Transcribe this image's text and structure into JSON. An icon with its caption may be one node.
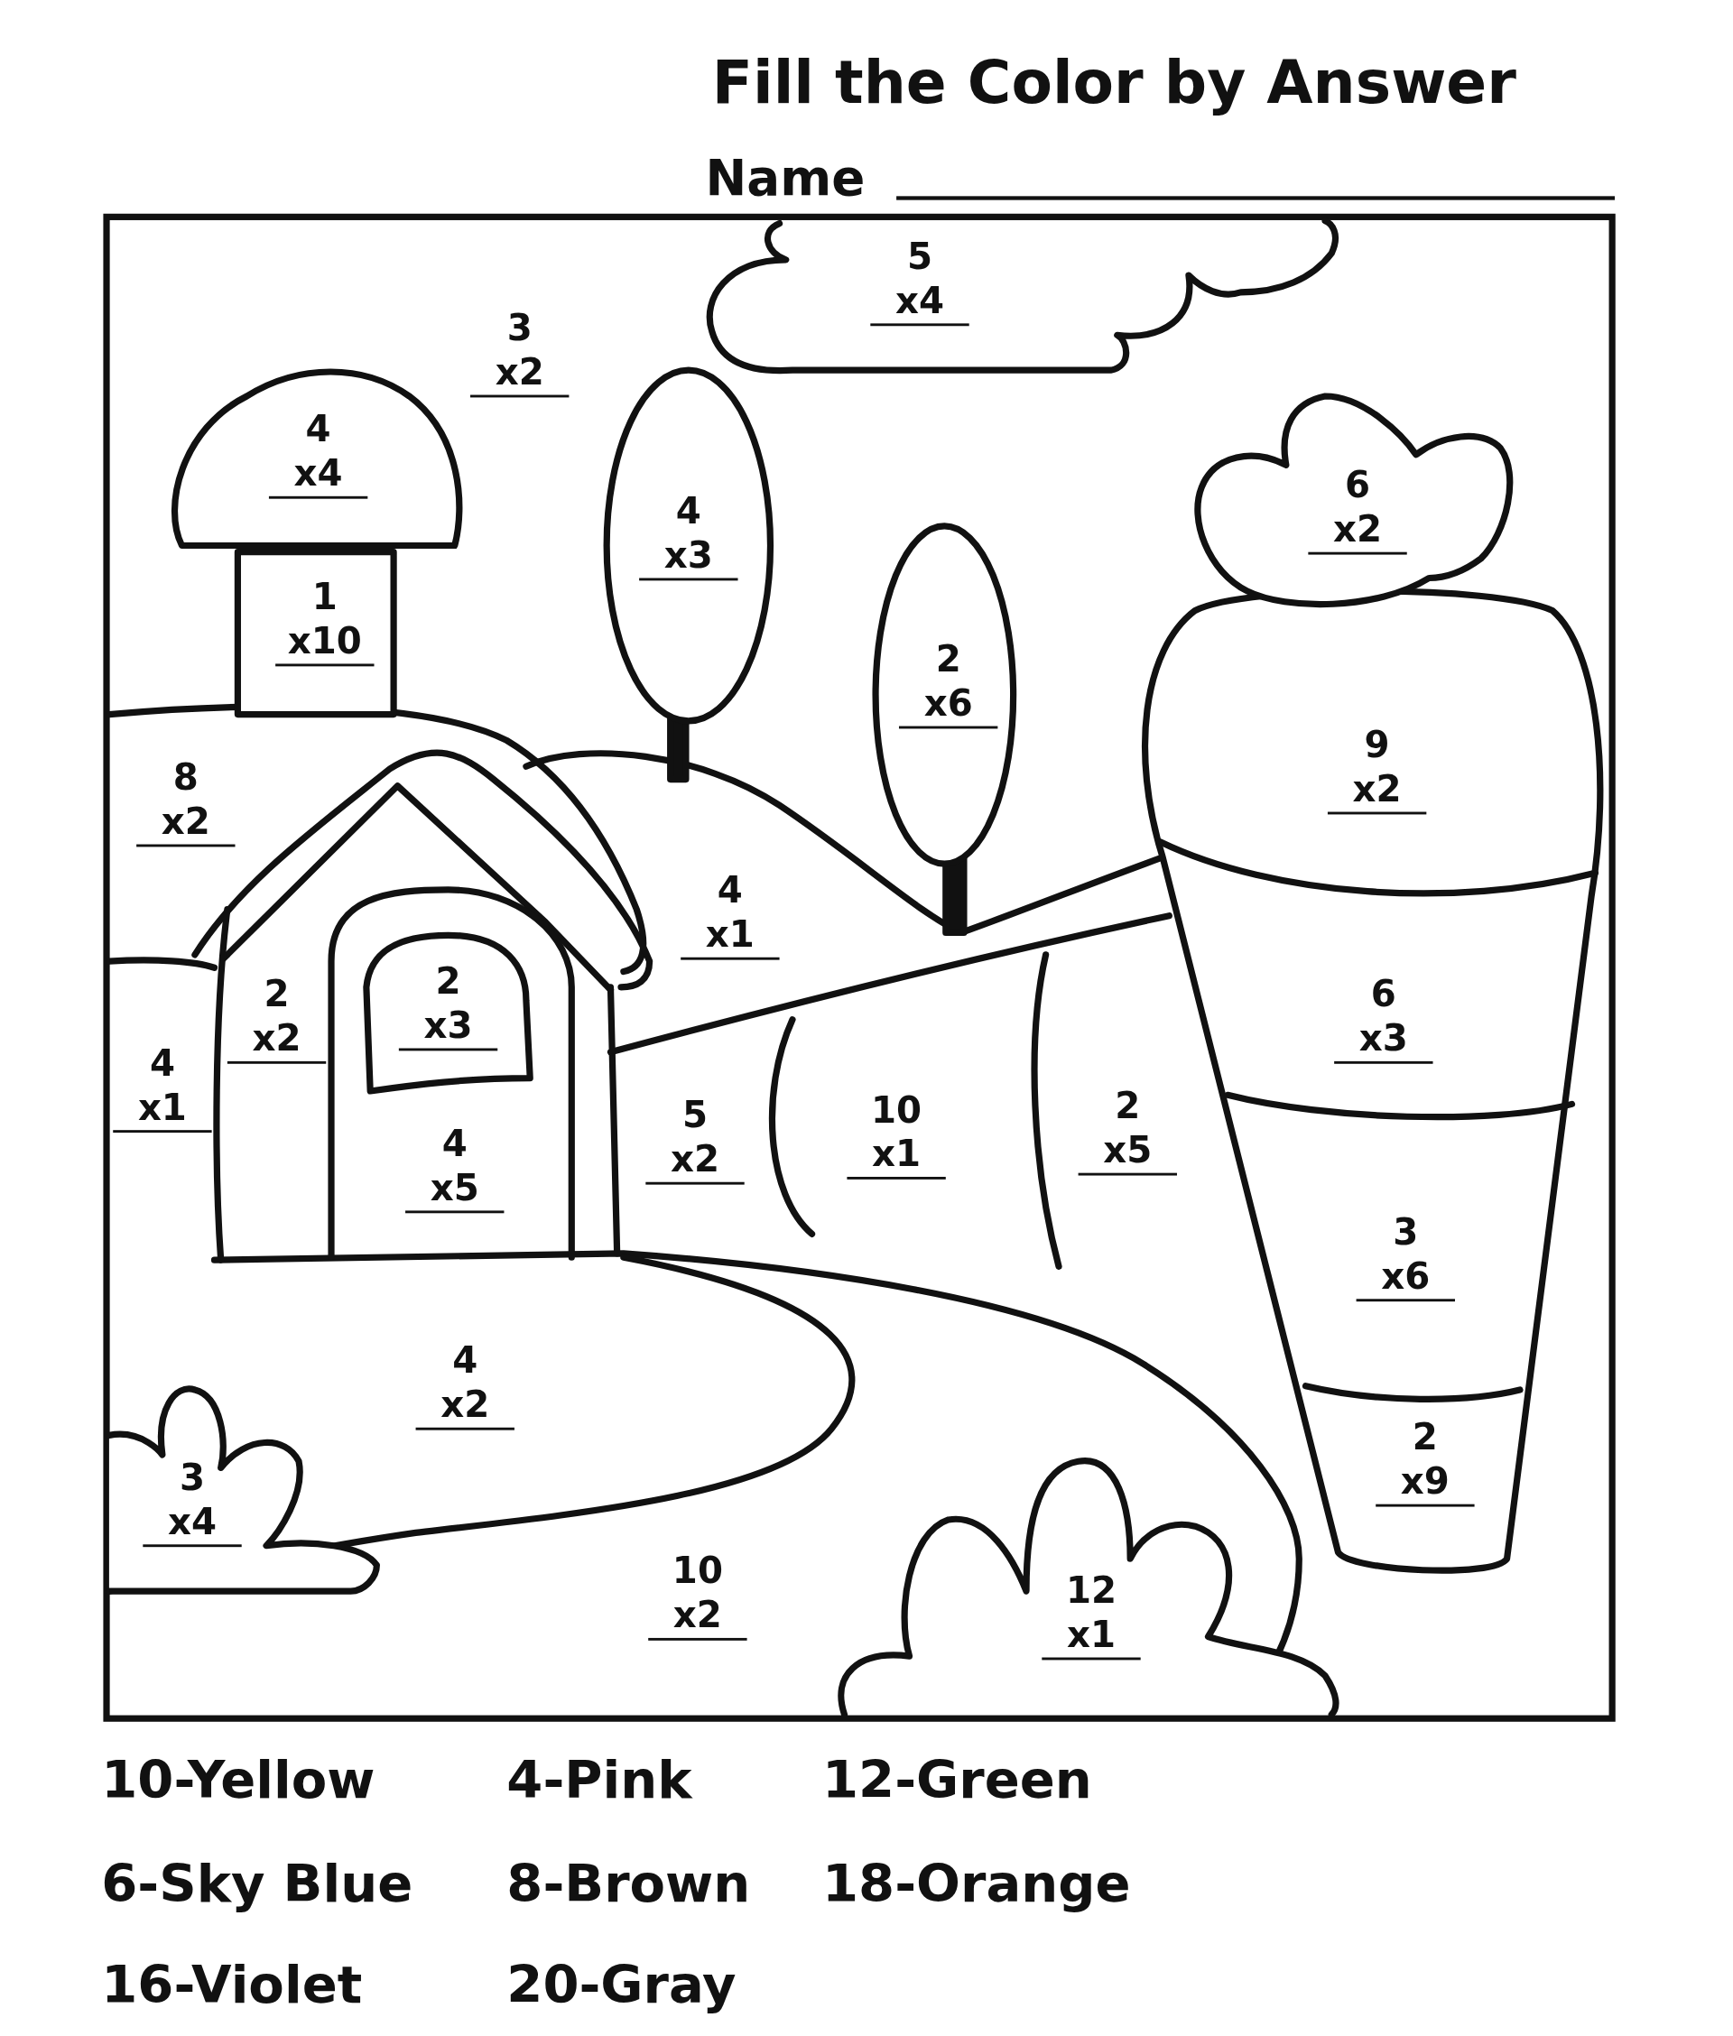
{
  "diagram": {
    "title": "Fill the Color by Answer",
    "labels": [
      "Name",
      "5",
      "x4",
      "3",
      "x2",
      "4",
      "x4",
      "4",
      "x3",
      "6",
      "x2",
      "1",
      "x10",
      "2",
      "x6",
      "8",
      "x2",
      "9",
      "x2",
      "4",
      "x1",
      "2",
      "x2",
      "2",
      "x3",
      "6",
      "x3",
      "4",
      "x1",
      "4",
      "x5",
      "5",
      "x2",
      "10",
      "x1",
      "2",
      "x5",
      "3",
      "x6",
      "4",
      "x2",
      "3",
      "x4",
      "2",
      "x9",
      "10",
      "x2",
      "12",
      "x1",
      "10-Yellow",
      "4-Pink",
      "12-Green",
      "6-Sky Blue",
      "8-Brown",
      "18-Orange",
      "16-Violet",
      "20-Gray"
    ]
  }
}
